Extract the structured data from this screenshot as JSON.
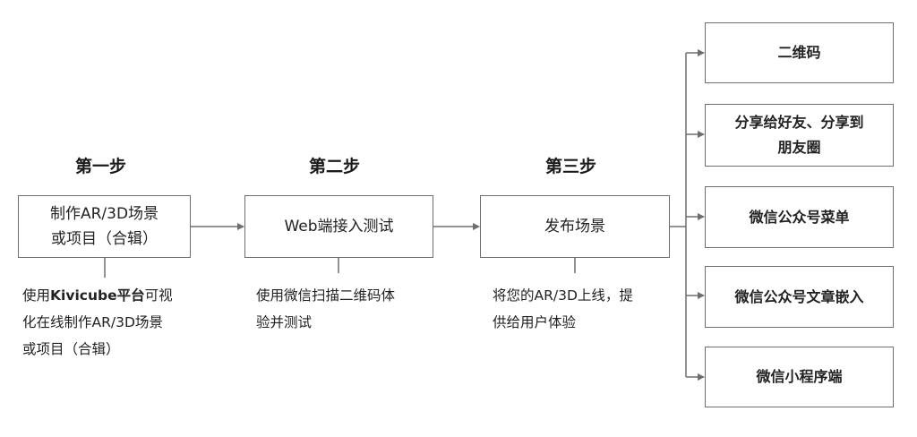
{
  "steps": [
    {
      "title": "第一步",
      "box": [
        "制作AR/3D场景",
        "或项目（合辑）"
      ],
      "description": {
        "pre": "使用",
        "strong": "Kivicube平台",
        "post": "可视",
        "lines": [
          "化在线制作AR/3D场景",
          "或项目（合辑）"
        ]
      }
    },
    {
      "title": "第二步",
      "box": [
        "Web端接入测试"
      ],
      "description": {
        "lines": [
          "使用微信扫描二维码体",
          "验并测试"
        ]
      }
    },
    {
      "title": "第三步",
      "box": [
        "发布场景"
      ],
      "description": {
        "lines": [
          "将您的AR/3D上线，提",
          "供给用户体验"
        ]
      }
    }
  ],
  "outputs": [
    [
      "二维码"
    ],
    [
      "分享给好友、分享到",
      "朋友圈"
    ],
    [
      "微信公众号菜单"
    ],
    [
      "微信公众号文章嵌入"
    ],
    [
      "微信小程序端"
    ]
  ],
  "colors": {
    "line": "#6e6e6e",
    "border": "#6e6e6e",
    "text": "#222222"
  }
}
